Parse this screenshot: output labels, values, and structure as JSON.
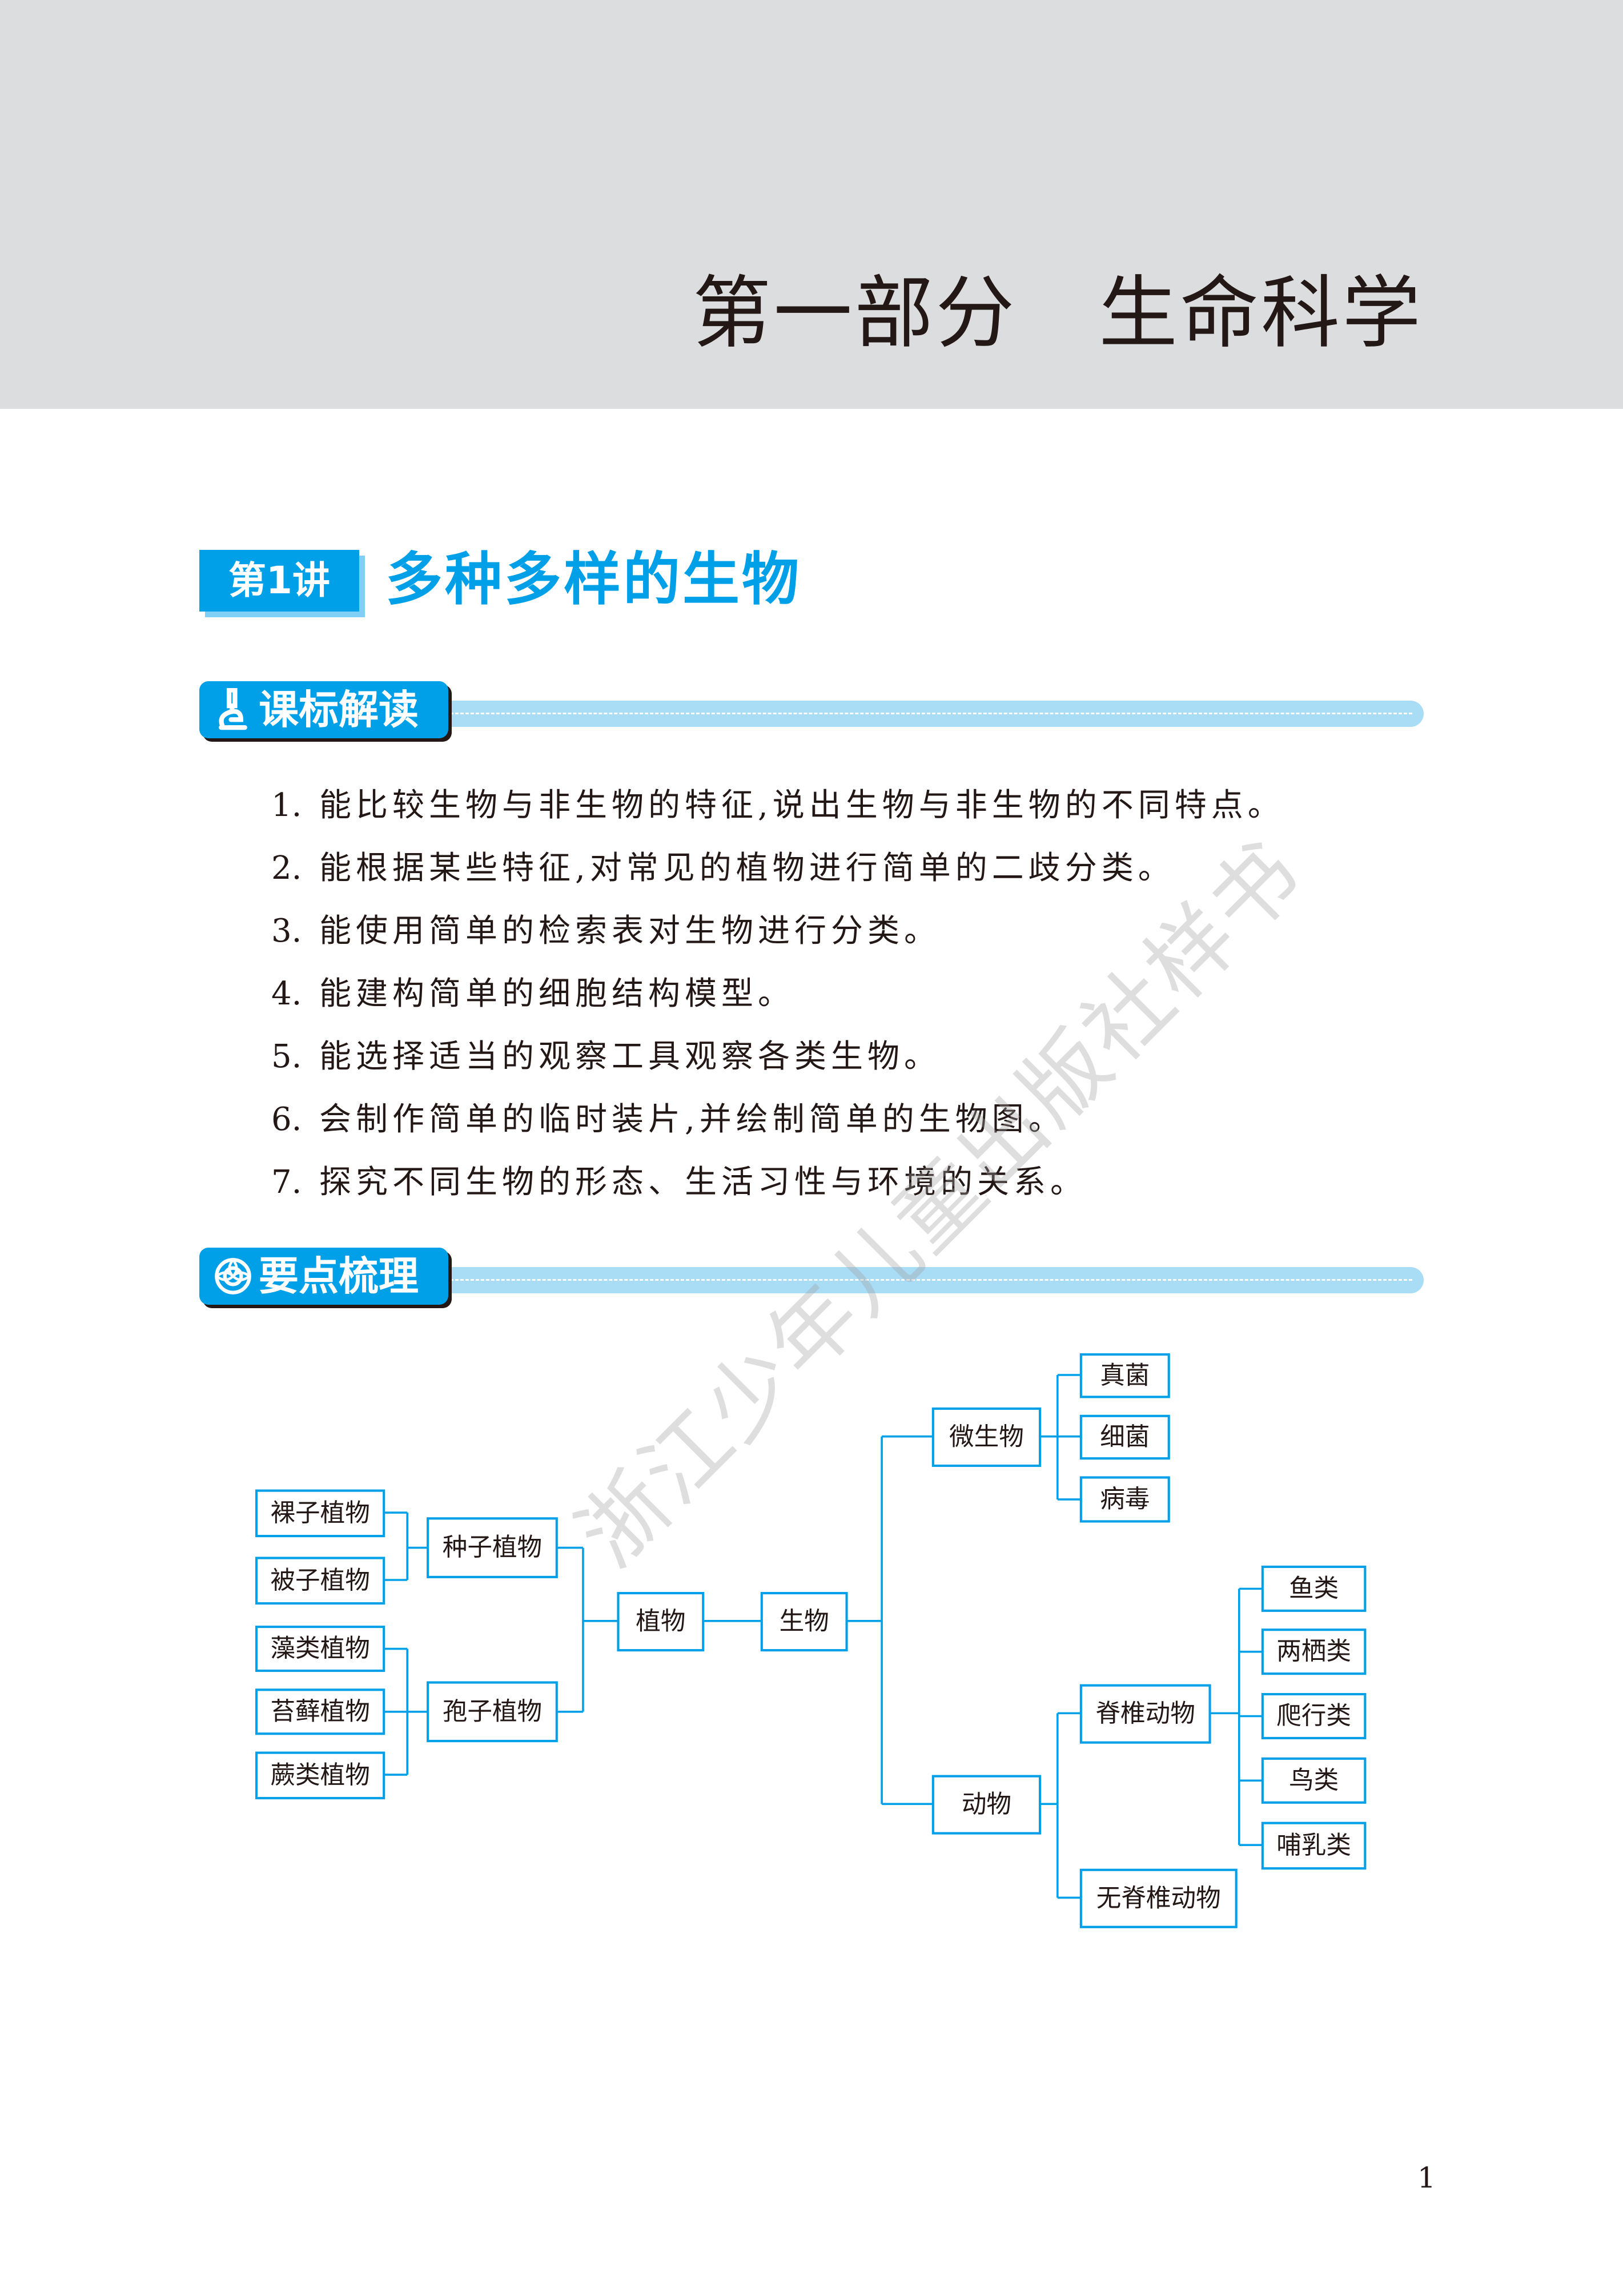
{
  "header": {
    "part_title": "第一部分   生命科学"
  },
  "lesson": {
    "badge": "第1讲",
    "title": "多种多样的生物"
  },
  "section1": {
    "title": "课标解读",
    "icon": "microscope-icon",
    "items": [
      {
        "num": "1.",
        "text": "能比较生物与非生物的特征,说出生物与非生物的不同特点。"
      },
      {
        "num": "2.",
        "text": "能根据某些特征,对常见的植物进行简单的二歧分类。"
      },
      {
        "num": "3.",
        "text": "能使用简单的检索表对生物进行分类。"
      },
      {
        "num": "4.",
        "text": "能建构简单的细胞结构模型。"
      },
      {
        "num": "5.",
        "text": "能选择适当的观察工具观察各类生物。"
      },
      {
        "num": "6.",
        "text": "会制作简单的临时装片,并绘制简单的生物图。"
      },
      {
        "num": "7.",
        "text": "探究不同生物的形态、生活习性与环境的关系。"
      }
    ]
  },
  "section2": {
    "title": "要点梳理",
    "icon": "flower-icon",
    "diagram": {
      "root": "生物",
      "plants": "植物",
      "seed_plants": "种子植物",
      "gymnosperms": "裸子植物",
      "angiosperms": "被子植物",
      "spore_plants": "孢子植物",
      "algae": "藻类植物",
      "mosses": "苔藓植物",
      "ferns": "蕨类植物",
      "microbes": "微生物",
      "fungi": "真菌",
      "bacteria": "细菌",
      "viruses": "病毒",
      "animals": "动物",
      "vertebrates": "脊椎动物",
      "invertebrates": "无脊椎动物",
      "fish": "鱼类",
      "amphibians": "两栖类",
      "reptiles": "爬行类",
      "birds": "鸟类",
      "mammals": "哺乳类"
    }
  },
  "watermark": "浙江少年儿童出版社样书",
  "page_number": "1",
  "colors": {
    "accent": "#00a0e9",
    "accent_light": "#a9dcf5",
    "header_bg": "#dcdddf"
  }
}
